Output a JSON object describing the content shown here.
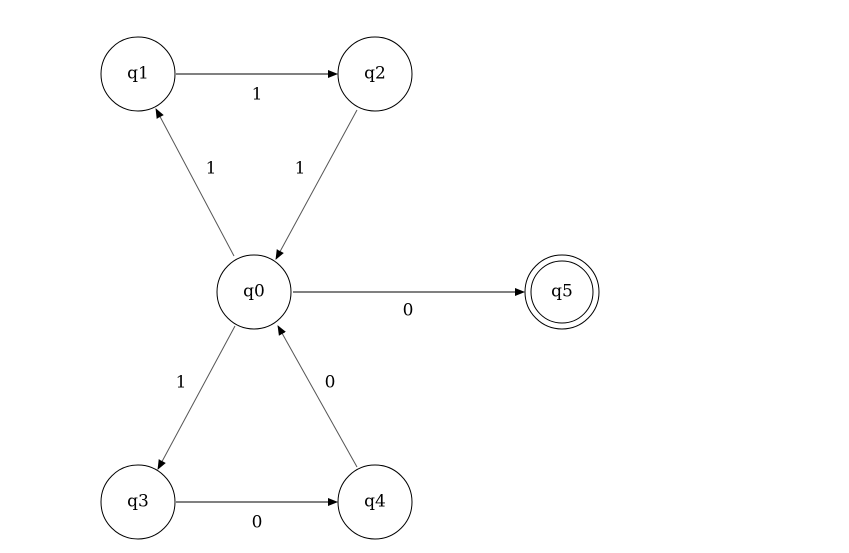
{
  "states": [
    {
      "id": "q0",
      "label": "q0",
      "accepting": false
    },
    {
      "id": "q1",
      "label": "q1",
      "accepting": false
    },
    {
      "id": "q2",
      "label": "q2",
      "accepting": false
    },
    {
      "id": "q3",
      "label": "q3",
      "accepting": false
    },
    {
      "id": "q4",
      "label": "q4",
      "accepting": false
    },
    {
      "id": "q5",
      "label": "q5",
      "accepting": true
    }
  ],
  "transitions": [
    {
      "from": "q1",
      "to": "q2",
      "label": "1"
    },
    {
      "from": "q0",
      "to": "q1",
      "label": "1"
    },
    {
      "from": "q2",
      "to": "q0",
      "label": "1"
    },
    {
      "from": "q0",
      "to": "q5",
      "label": "0"
    },
    {
      "from": "q0",
      "to": "q3",
      "label": "1"
    },
    {
      "from": "q4",
      "to": "q0",
      "label": "0"
    },
    {
      "from": "q3",
      "to": "q4",
      "label": "0"
    }
  ]
}
